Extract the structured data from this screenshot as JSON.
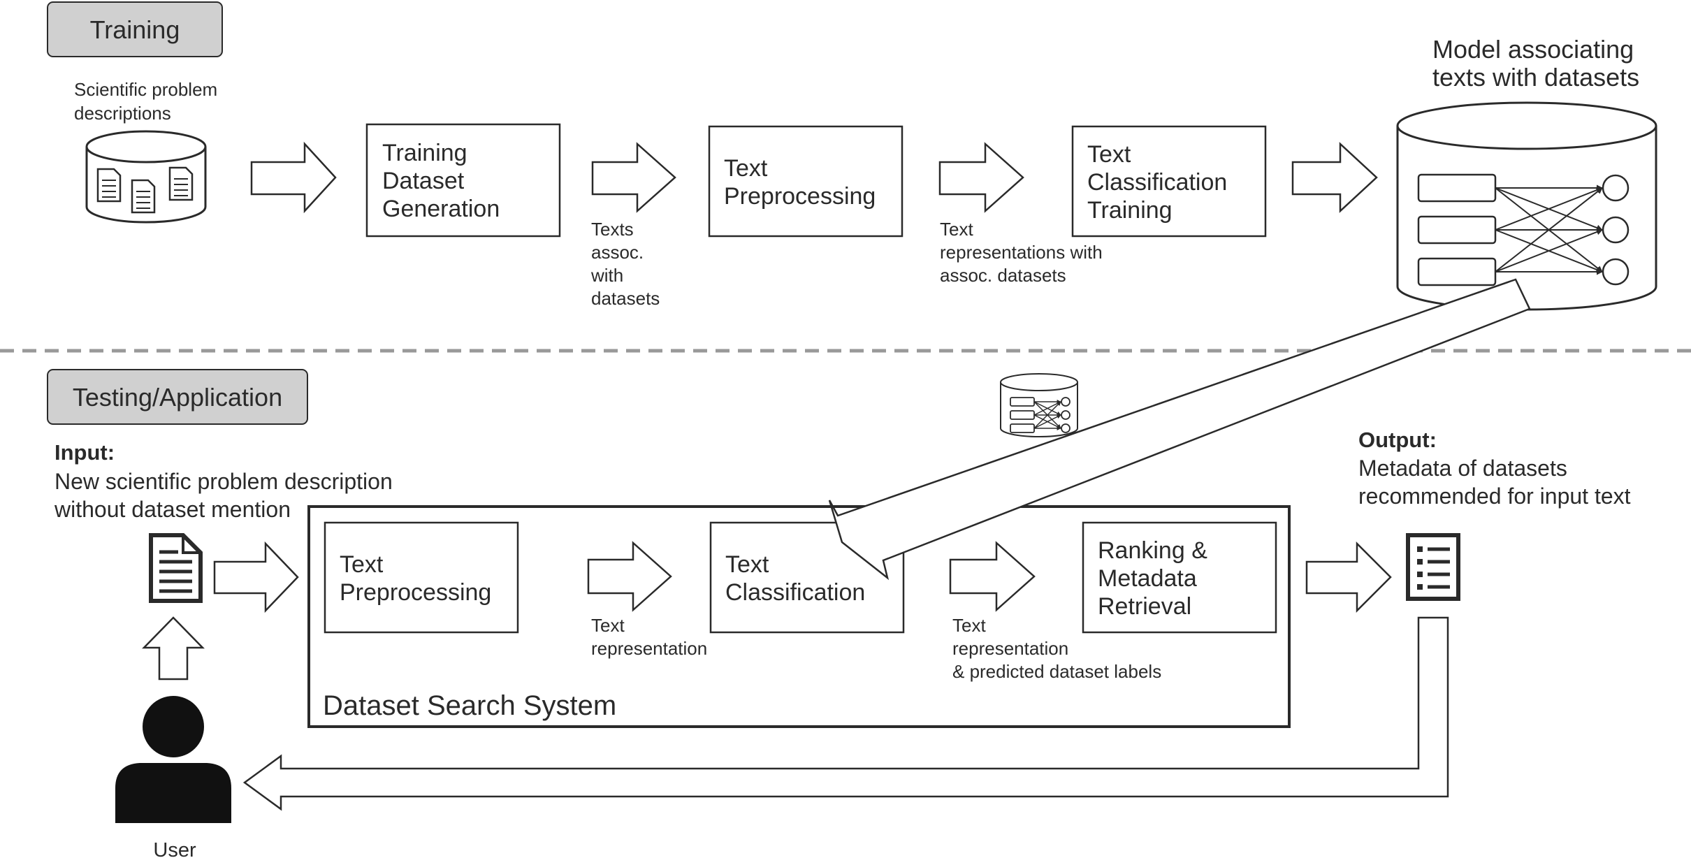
{
  "training": {
    "section_label": "Training",
    "source_label": [
      "Scientific problem",
      "descriptions"
    ],
    "steps": [
      {
        "lines": [
          "Training",
          "Dataset",
          "Generation"
        ]
      },
      {
        "lines": [
          "Text",
          "Preprocessing"
        ]
      },
      {
        "lines": [
          "Text",
          "Classification",
          "Training"
        ]
      }
    ],
    "edge_labels": [
      [
        "Texts",
        "assoc.",
        "with",
        "datasets"
      ],
      [
        "Text",
        "representations with",
        "assoc. datasets"
      ]
    ],
    "model_label": [
      "Model associating",
      "texts with datasets"
    ]
  },
  "testing": {
    "section_label": "Testing/Application",
    "input_heading": "Input:",
    "input_text": [
      "New scientific problem description",
      "without dataset mention"
    ],
    "system_label": "Dataset Search System",
    "steps": [
      {
        "lines": [
          "Text",
          "Preprocessing"
        ]
      },
      {
        "lines": [
          "Text",
          "Classification"
        ]
      },
      {
        "lines": [
          "Ranking &",
          "Metadata",
          "Retrieval"
        ]
      }
    ],
    "edge_labels": [
      [
        "Text",
        "representation"
      ],
      [
        "Text",
        "representation",
        "& predicted dataset labels"
      ]
    ],
    "output_heading": "Output:",
    "output_text": [
      "Metadata of datasets",
      "recommended for input text"
    ],
    "user_label": "User"
  },
  "icons": [
    "document-stack-icon",
    "model-database-icon",
    "document-icon",
    "list-icon",
    "user-icon"
  ],
  "colors": {
    "stroke": "#2a2a2a",
    "label_fill": "#d0d0d0",
    "divider": "#999999"
  }
}
